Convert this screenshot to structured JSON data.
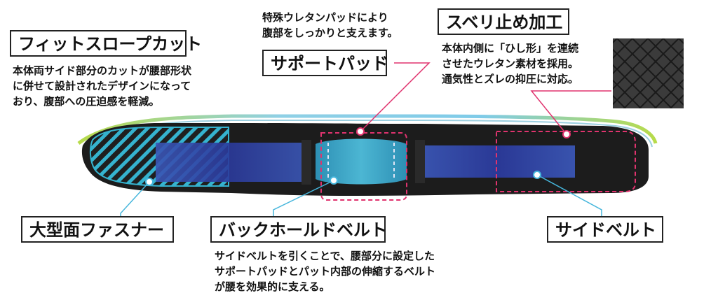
{
  "labels": {
    "fit_slope_cut": "フィットスロープカット",
    "support_pad": "サポートパッド",
    "anti_slip": "スベリ止め加工",
    "fastener": "大型面ファスナー",
    "back_hold_belt": "バックホールドベルト",
    "side_belt": "サイドベルト"
  },
  "captions": {
    "fit_slope_cut": [
      "本体両サイド部分のカットが腰部形状",
      "に併せて設計されたデザインになって",
      "おり、腹部への圧迫感を軽減。"
    ],
    "support_pad": [
      "特殊ウレタンパッドにより",
      "腹部をしっかりと支えます。"
    ],
    "anti_slip": [
      "本体内側に「ひし形」を連続",
      "させたウレタン素材を採用。",
      "通気性とズレの抑圧に対応。"
    ],
    "back_hold_belt": [
      "サイドベルトを引くことで、腰部分に設定した",
      "サポートパッドとパット内部の伸縮するベルト",
      "が腰を効果的に支える。"
    ]
  },
  "colors": {
    "belt_body": "#1c1c1c",
    "strap_blue": "#2f3fa0",
    "pad_cyan": "#3fa6c4",
    "hatch_cyan": "#35b3cf",
    "accent_pink": "#e0336e",
    "leader_cyan": "#46b6dc",
    "edge_green": "#a6d44a",
    "edge_blue": "#79c9e6"
  }
}
